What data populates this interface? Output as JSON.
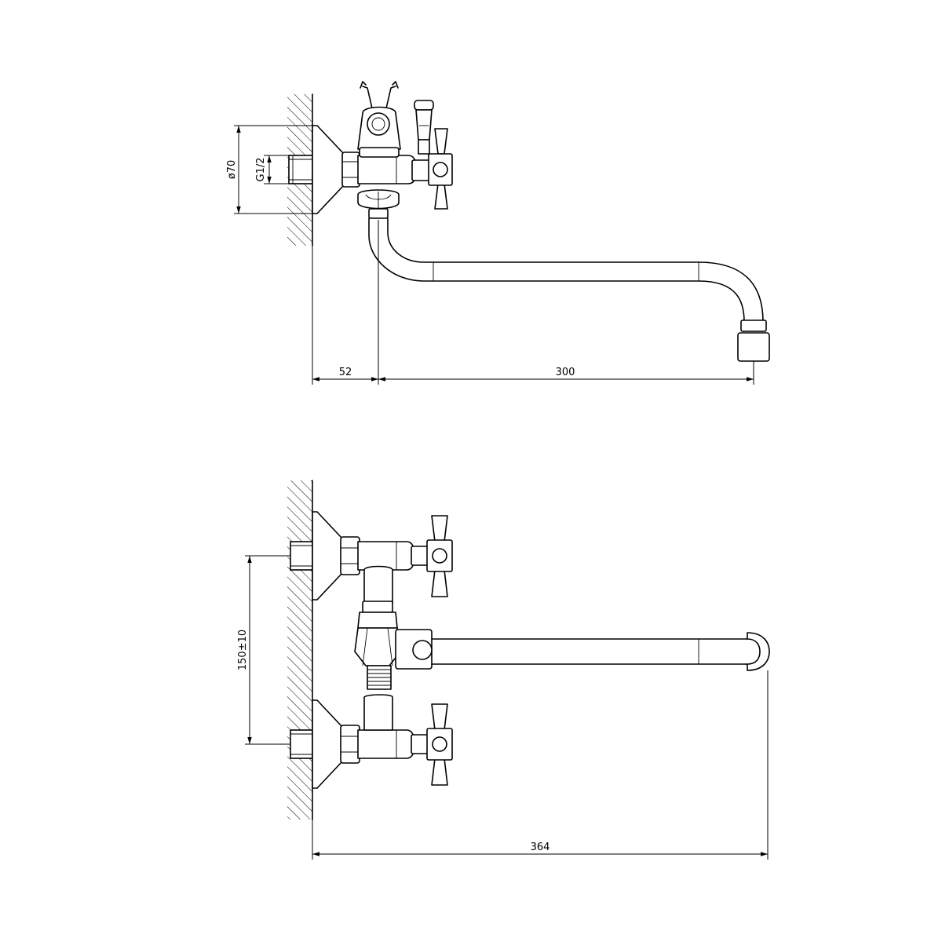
{
  "dimensions": {
    "diameter_flange": "ø70",
    "thread": "G1/2",
    "wall_offset": "52",
    "spout_reach": "300",
    "centers": "150±10",
    "total_length": "364"
  }
}
